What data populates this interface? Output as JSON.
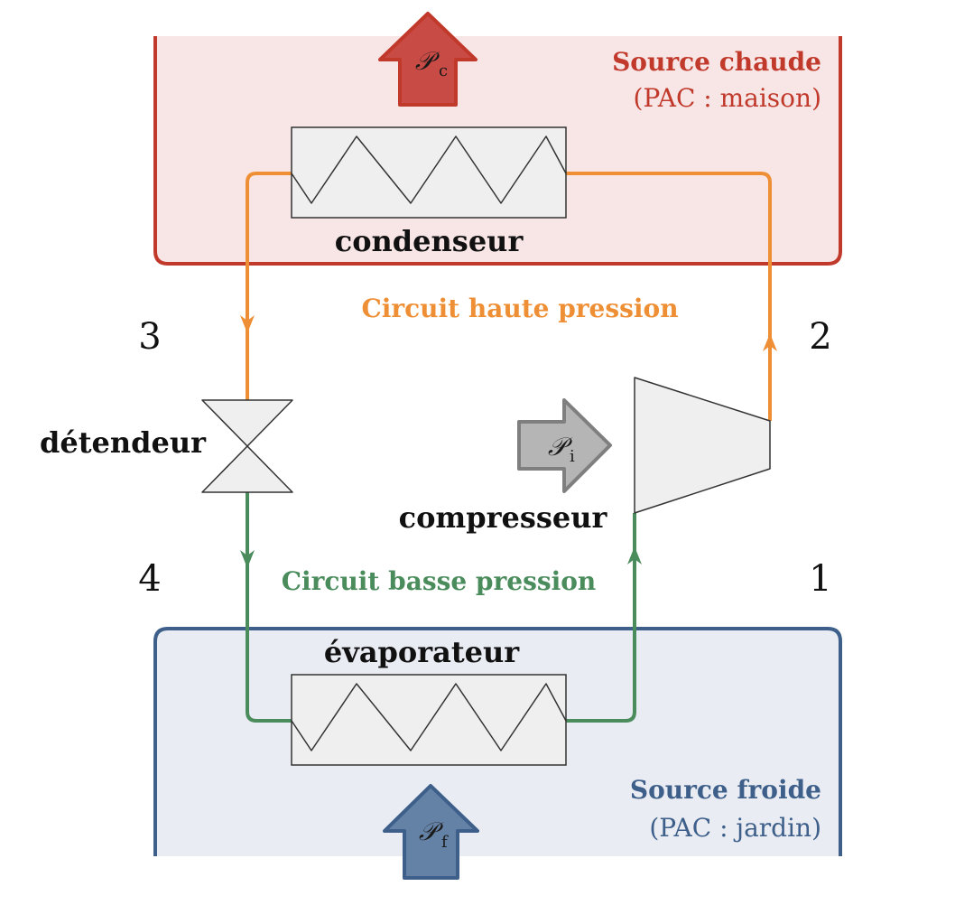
{
  "hot_source": {
    "title": "Source chaude",
    "subtitle": "(PAC : maison)",
    "color": "#c0392b",
    "fill": "#f8e6e6",
    "power_symbol": "𝒫",
    "power_sub": "c"
  },
  "cold_source": {
    "title": "Source froide",
    "subtitle": "(PAC : jardin)",
    "color": "#3d5f8a",
    "fill": "#e9ecf2",
    "power_symbol": "𝒫",
    "power_sub": "f"
  },
  "components": {
    "condenser": "condenseur",
    "evaporator": "évaporateur",
    "expansion_valve": "détendeur",
    "compressor": "compresseur"
  },
  "compressor_power": {
    "symbol": "𝒫",
    "sub": "i",
    "color": "#7f7f7f"
  },
  "circuits": {
    "high_pressure": {
      "label": "Circuit haute pression",
      "color": "#ef8f35"
    },
    "low_pressure": {
      "label": "Circuit basse pression",
      "color": "#4a8c5c"
    }
  },
  "states": [
    "1",
    "2",
    "3",
    "4"
  ]
}
